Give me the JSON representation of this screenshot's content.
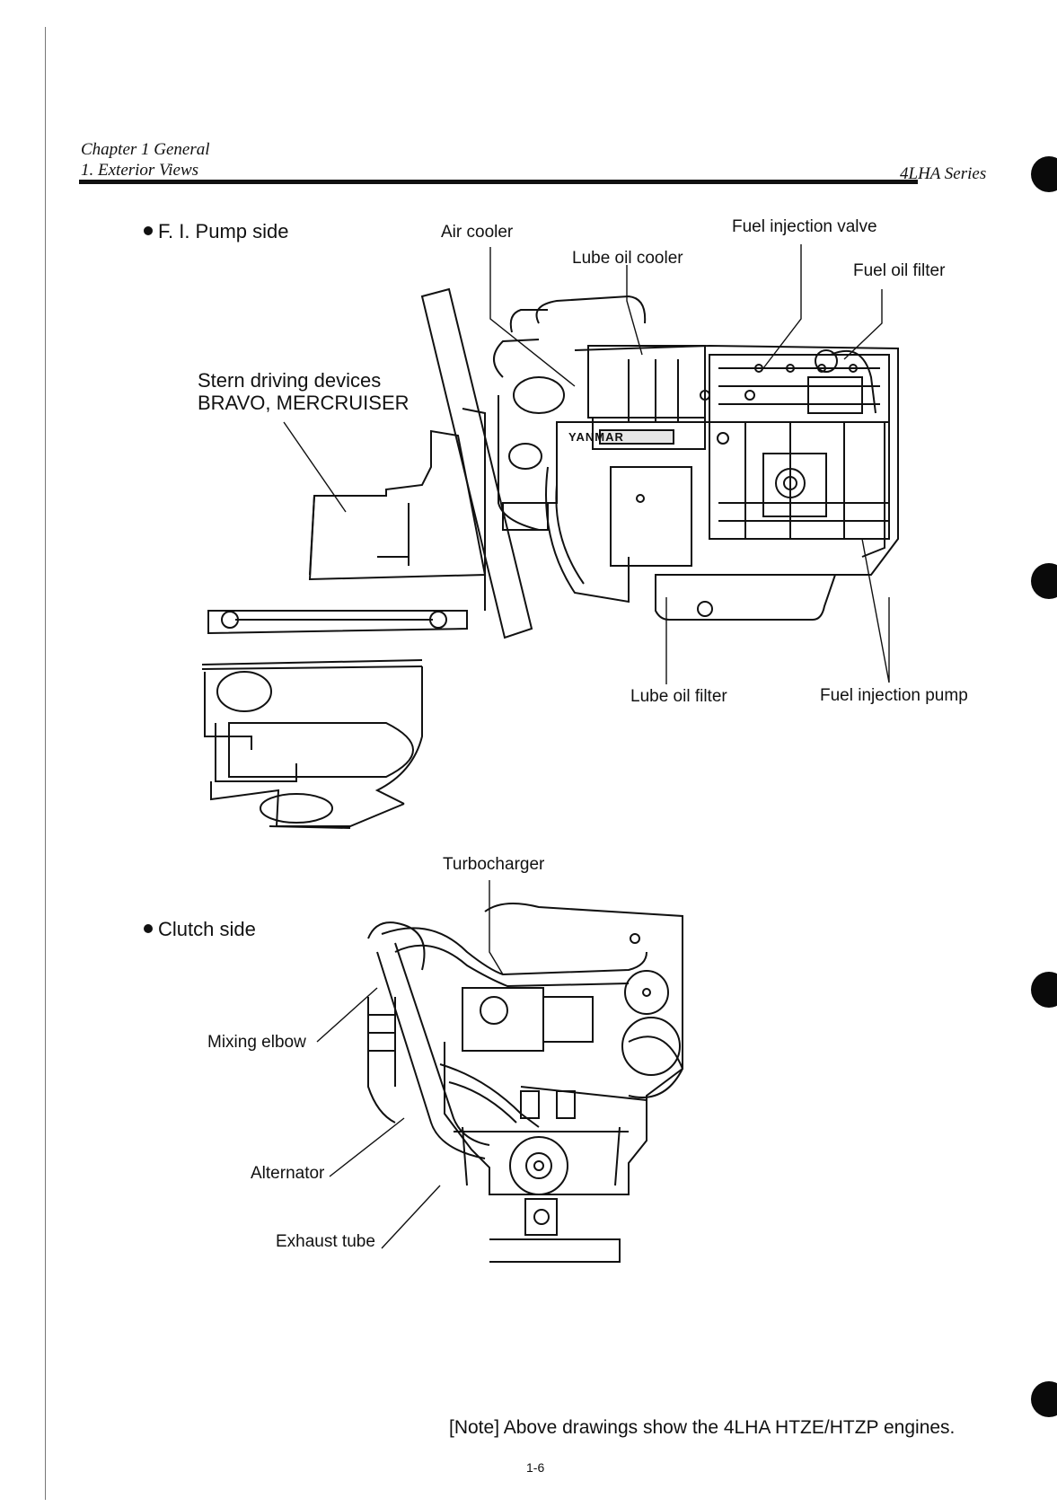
{
  "header": {
    "chapter": "Chapter 1 General",
    "section": "1. Exterior Views",
    "series": "4LHA Series"
  },
  "pump_side": {
    "title": "F. I. Pump side",
    "labels": {
      "air_cooler": "Air cooler",
      "lube_oil_cooler": "Lube oil cooler",
      "fuel_injection_valve": "Fuel injection valve",
      "fuel_oil_filter": "Fuel oil filter",
      "stern_line1": "Stern driving devices",
      "stern_line2": "BRAVO, MERCRUISER",
      "lube_oil_filter": "Lube oil filter",
      "fuel_injection_pump": "Fuel injection pump",
      "brand": "YANMAR"
    }
  },
  "clutch_side": {
    "title": "Clutch side",
    "labels": {
      "turbocharger": "Turbocharger",
      "mixing_elbow": "Mixing elbow",
      "alternator": "Alternator",
      "exhaust_tube": "Exhaust tube"
    }
  },
  "footer": {
    "note": "[Note]  Above drawings show the 4LHA HTZE/HTZP engines.",
    "page_number": "1-6"
  }
}
